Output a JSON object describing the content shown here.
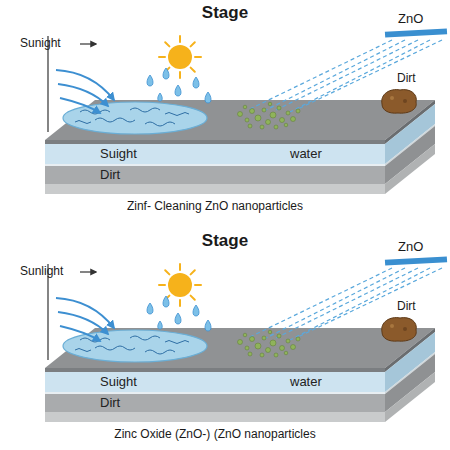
{
  "diagram": {
    "nodes": [
      {
        "text": [
          "Suight",
          "water"
        ]
      },
      {
        "text": [
          "Dirt"
        ]
      },
      {
        "text": [
          "Suight",
          "water"
        ]
      },
      {
        "text": [
          "Dirt"
        ]
      }
    ],
    "labels": [
      "Stage",
      "Sunight",
      "ZnO",
      "Dirt",
      "Zinf- Cleaning ZnO nanoparticles",
      "Stage",
      "Sunlight",
      "ZnO",
      "Dirt",
      "Zinc Oxide (ZnO-) (ZnO nanoparticles"
    ]
  }
}
